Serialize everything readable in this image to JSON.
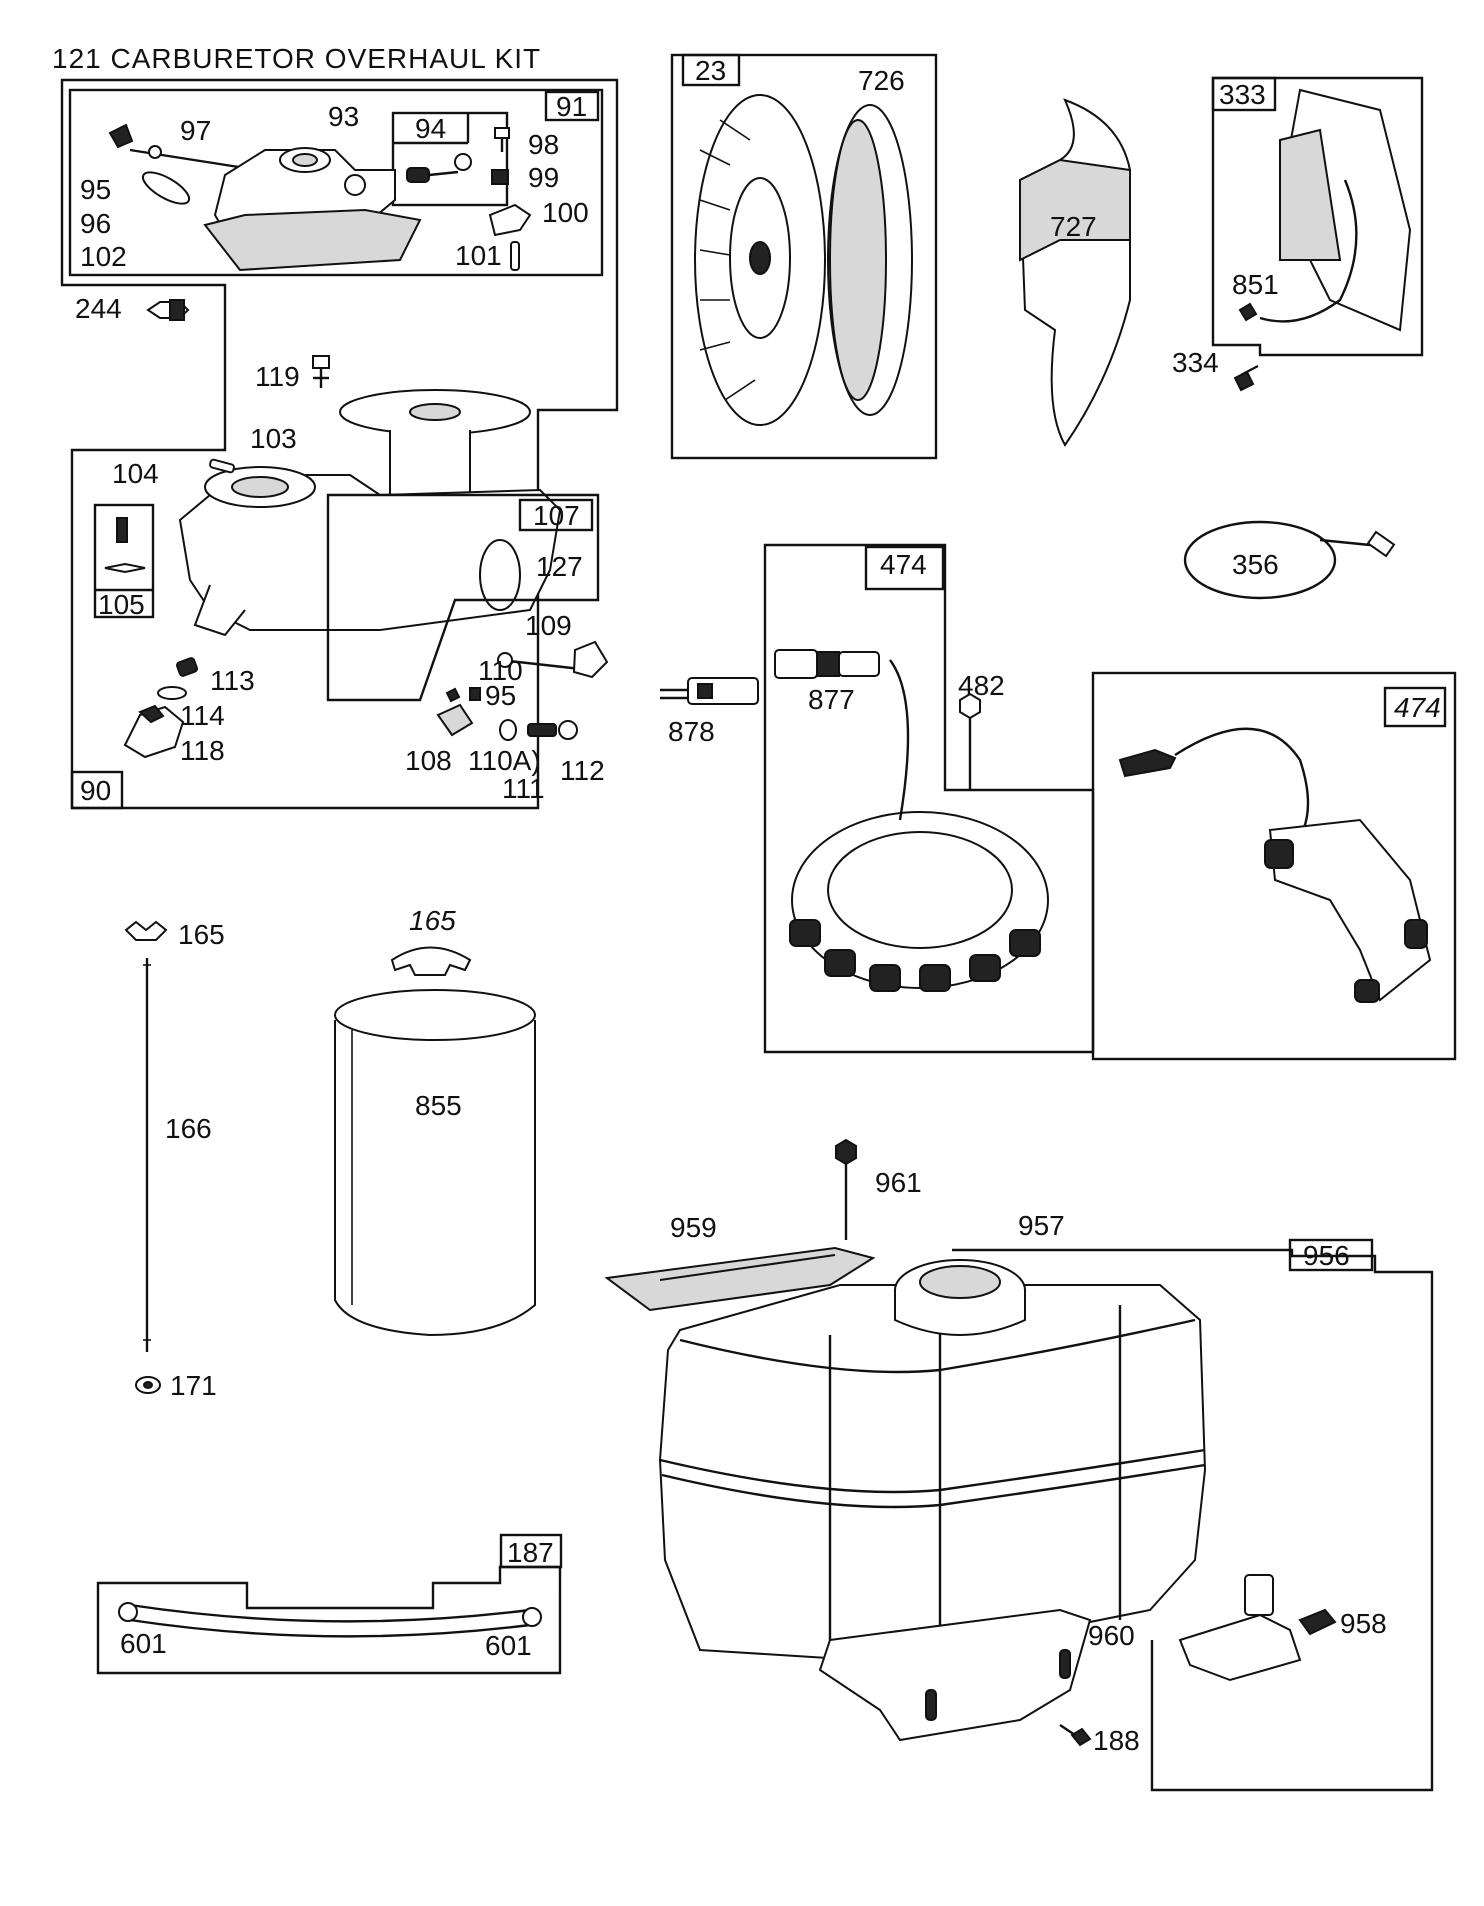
{
  "title": "121 CARBURETOR OVERHAUL KIT",
  "callouts": {
    "c97": "97",
    "c93": "93",
    "c94": "94",
    "c91": "91",
    "c98": "98",
    "c99": "99",
    "c95a": "95",
    "c96": "96",
    "c102": "102",
    "c100": "100",
    "c101": "101",
    "c244": "244",
    "c119": "119",
    "c103": "103",
    "c104": "104",
    "c107": "107",
    "c127": "127",
    "c105": "105",
    "c109": "109",
    "c110": "110",
    "c113": "113",
    "c95b": "95",
    "c114": "114",
    "c118": "118",
    "c108": "108",
    "c110a": "110A)",
    "c112": "112",
    "c111": "111",
    "c90": "90",
    "c23": "23",
    "c726": "726",
    "c727": "727",
    "c333": "333",
    "c851": "851",
    "c334": "334",
    "c356": "356",
    "c474a": "474",
    "c877": "877",
    "c482": "482",
    "c878": "878",
    "c474b": "474",
    "c165a": "165",
    "c165b": "165",
    "c166": "166",
    "c171": "171",
    "c855": "855",
    "c187": "187",
    "c601a": "601",
    "c601b": "601",
    "c961": "961",
    "c959": "959",
    "c957": "957",
    "c956": "956",
    "c960": "960",
    "c958": "958",
    "c188": "188"
  }
}
